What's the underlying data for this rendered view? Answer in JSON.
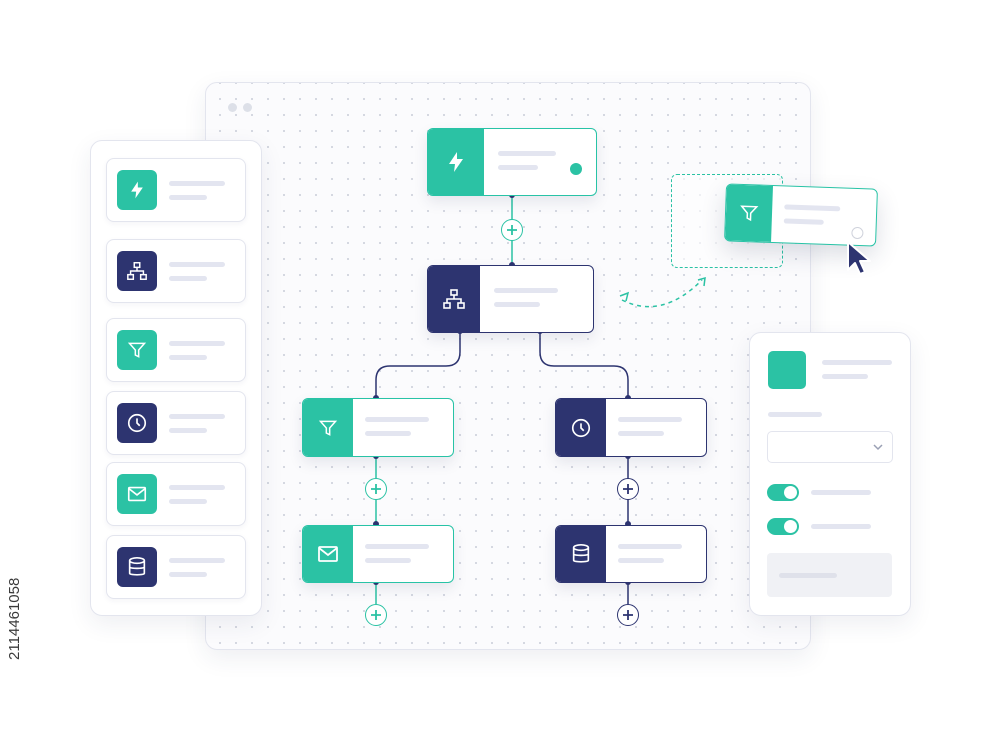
{
  "colors": {
    "teal": "#2bc2a4",
    "navy": "#2d3470",
    "background": "#ffffff",
    "placeholder_bar": "#e3e5f0"
  },
  "palette": {
    "items": [
      {
        "icon": "lightning-icon",
        "tone": "teal"
      },
      {
        "icon": "hierarchy-icon",
        "tone": "navy"
      },
      {
        "icon": "filter-icon",
        "tone": "teal"
      },
      {
        "icon": "clock-icon",
        "tone": "navy"
      },
      {
        "icon": "mail-icon",
        "tone": "teal"
      },
      {
        "icon": "database-icon",
        "tone": "navy"
      }
    ]
  },
  "workflow": {
    "nodes": [
      {
        "id": "trigger",
        "icon": "lightning-icon",
        "tone": "teal",
        "status": "active"
      },
      {
        "id": "branch",
        "icon": "hierarchy-icon",
        "tone": "navy"
      },
      {
        "id": "filter",
        "icon": "filter-icon",
        "tone": "teal"
      },
      {
        "id": "delay",
        "icon": "clock-icon",
        "tone": "navy"
      },
      {
        "id": "email",
        "icon": "mail-icon",
        "tone": "teal"
      },
      {
        "id": "storage",
        "icon": "database-icon",
        "tone": "navy"
      }
    ],
    "dragging_node": {
      "icon": "filter-icon",
      "tone": "teal"
    }
  },
  "settings_panel": {
    "dropdown_icon": "chevron-down-icon",
    "toggles": [
      {
        "on": true
      },
      {
        "on": true
      }
    ]
  },
  "watermark": {
    "text": "2114461058"
  }
}
